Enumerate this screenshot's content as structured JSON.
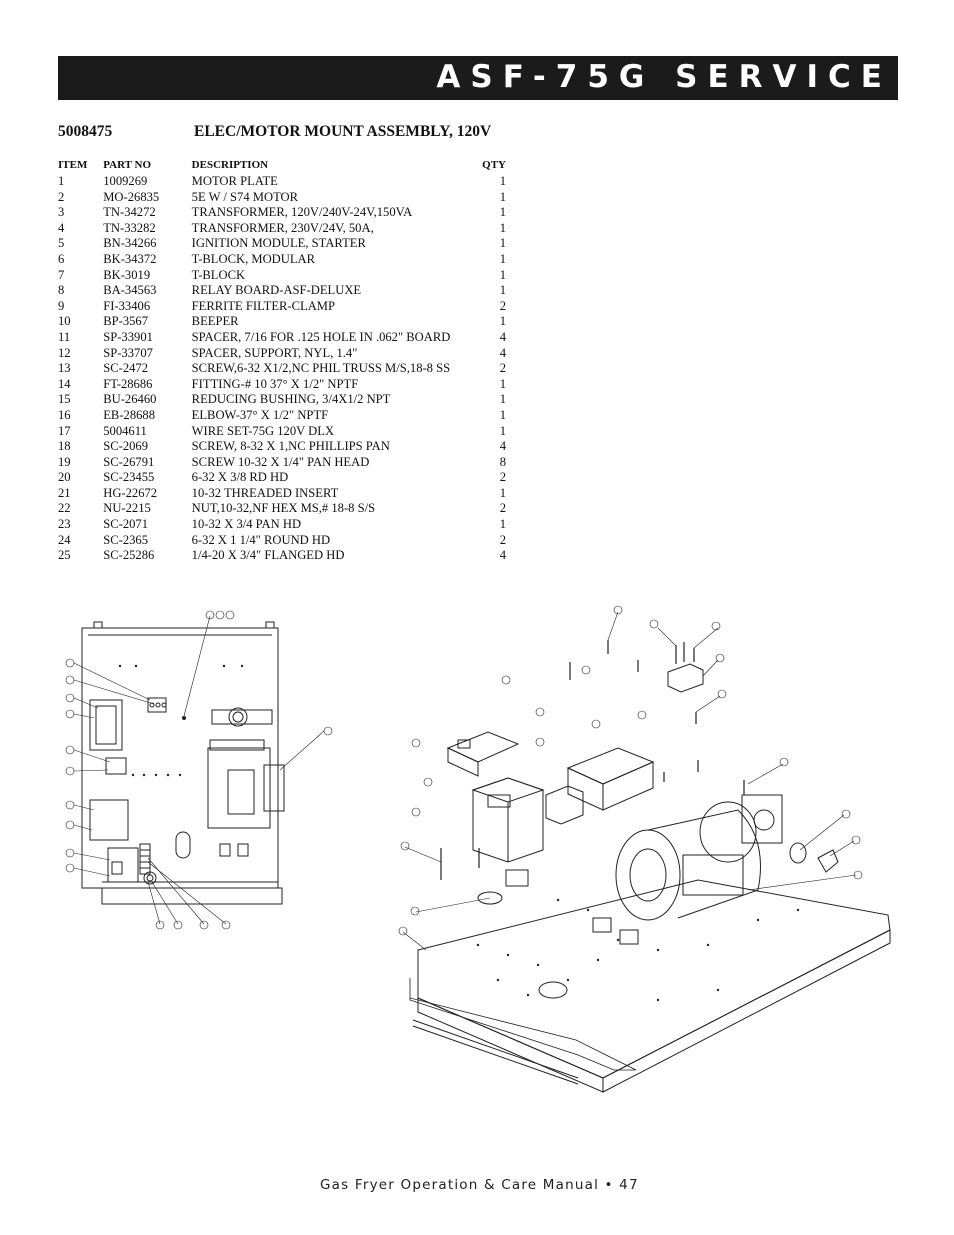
{
  "header": {
    "title": "ASF-75G SERVICE"
  },
  "assembly": {
    "number": "5008475",
    "name": "ELEC/MOTOR MOUNT ASSEMBLY, 120V"
  },
  "parts_table": {
    "columns": [
      "ITEM",
      "PART NO",
      "DESCRIPTION",
      "QTY"
    ],
    "rows": [
      [
        "1",
        "1009269",
        "MOTOR PLATE",
        "1"
      ],
      [
        "2",
        "MO-26835",
        "5E W / S74 MOTOR",
        "1"
      ],
      [
        "3",
        "TN-34272",
        "TRANSFORMER, 120V/240V-24V,150VA",
        "1"
      ],
      [
        "4",
        "TN-33282",
        "TRANSFORMER, 230V/24V, 50A,",
        "1"
      ],
      [
        "5",
        "BN-34266",
        "IGNITION MODULE, STARTER",
        "1"
      ],
      [
        "6",
        "BK-34372",
        "T-BLOCK, MODULAR",
        "1"
      ],
      [
        "7",
        "BK-3019",
        "T-BLOCK",
        "1"
      ],
      [
        "8",
        "BA-34563",
        "RELAY BOARD-ASF-DELUXE",
        "1"
      ],
      [
        "9",
        "FI-33406",
        "FERRITE FILTER-CLAMP",
        "2"
      ],
      [
        "10",
        "BP-3567",
        "BEEPER",
        "1"
      ],
      [
        "11",
        "SP-33901",
        "SPACER, 7/16 FOR .125 HOLE IN .062\" BOARD",
        "4"
      ],
      [
        "12",
        "SP-33707",
        "SPACER, SUPPORT, NYL, 1.4\"",
        "4"
      ],
      [
        "13",
        "SC-2472",
        "SCREW,6-32 X1/2,NC PHIL TRUSS M/S,18-8 SS",
        "2"
      ],
      [
        "14",
        "FT-28686",
        "FITTING-# 10 37° X 1/2\" NPTF",
        "1"
      ],
      [
        "15",
        "BU-26460",
        "REDUCING BUSHING, 3/4X1/2 NPT",
        "1"
      ],
      [
        "16",
        "EB-28688",
        "ELBOW-37° X 1/2\" NPTF",
        "1"
      ],
      [
        "17",
        "5004611",
        "WIRE SET-75G 120V DLX",
        "1"
      ],
      [
        "18",
        "SC-2069",
        "SCREW, 8-32 X 1,NC PHILLIPS PAN",
        "4"
      ],
      [
        "19",
        "SC-26791",
        "SCREW 10-32 X 1/4\" PAN HEAD",
        "8"
      ],
      [
        "20",
        "SC-23455",
        "6-32 X 3/8 RD HD",
        "2"
      ],
      [
        "21",
        "HG-22672",
        "10-32 THREADED INSERT",
        "1"
      ],
      [
        "22",
        "NU-2215",
        "NUT,10-32,NF HEX MS,# 18-8 S/S",
        "2"
      ],
      [
        "23",
        "SC-2071",
        "10-32 X 3/4 PAN HD",
        "1"
      ],
      [
        "24",
        "SC-2365",
        "6-32 X 1 1/4\" ROUND HD",
        "2"
      ],
      [
        "25",
        "SC-25286",
        "1/4-20 X 3/4\" FLANGED HD",
        "4"
      ]
    ]
  },
  "footer": {
    "text": "Gas Fryer Operation & Care Manual • 47"
  }
}
